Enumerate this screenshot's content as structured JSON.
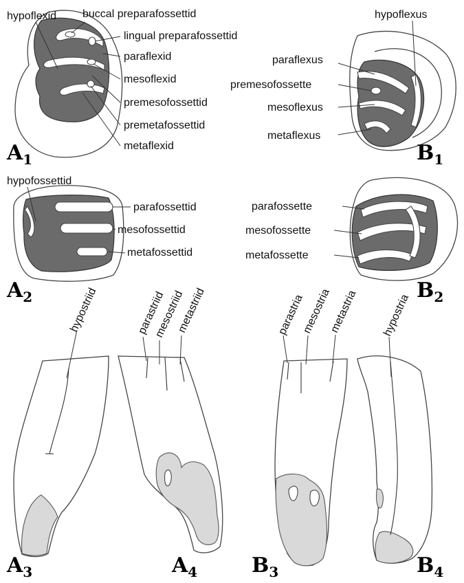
{
  "colors": {
    "dark_fill": "#6b6b6b",
    "light_fill": "#d9d9d9",
    "outline": "#444444"
  },
  "panels": {
    "A1": {
      "letter": "A",
      "sub": "1"
    },
    "B1": {
      "letter": "B",
      "sub": "1"
    },
    "A2": {
      "letter": "A",
      "sub": "2"
    },
    "B2": {
      "letter": "B",
      "sub": "2"
    },
    "A3": {
      "letter": "A",
      "sub": "3"
    },
    "A4": {
      "letter": "A",
      "sub": "4"
    },
    "B3": {
      "letter": "B",
      "sub": "3"
    },
    "B4": {
      "letter": "B",
      "sub": "4"
    }
  },
  "labels": {
    "a1": {
      "hypoflexid": "hypoflexid",
      "buccal_preparafossettid": "buccal preparafossettid",
      "lingual_preparafossettid": "lingual preparafossettid",
      "paraflexid": "paraflexid",
      "mesoflexid": "mesoflexid",
      "premesofossettid": "premesofossettid",
      "premetafossettid": "premetafossettid",
      "metaflexid": "metaflexid"
    },
    "b1": {
      "hypoflexus": "hypoflexus",
      "paraflexus": "paraflexus",
      "premesofossette": "premesofossette",
      "mesoflexus": "mesoflexus",
      "metaflexus": "metaflexus"
    },
    "a2": {
      "hypofossettid": "hypofossettid",
      "parafossettid": "parafossettid",
      "mesofossettid": "mesofossettid",
      "metafossettid": "metafossettid"
    },
    "b2": {
      "parafossette": "parafossette",
      "mesofossette": "mesofossette",
      "metafossette": "metafossette"
    },
    "a3": {
      "hypostriid": "hypostriid"
    },
    "a4": {
      "parastriid": "parastriid",
      "mesostriid": "mesostriid",
      "metastriid": "metastriid"
    },
    "b3": {
      "parastria": "parastria",
      "mesostria": "mesostria",
      "metastria": "metastria"
    },
    "b4": {
      "hypostria": "hypostria"
    }
  }
}
